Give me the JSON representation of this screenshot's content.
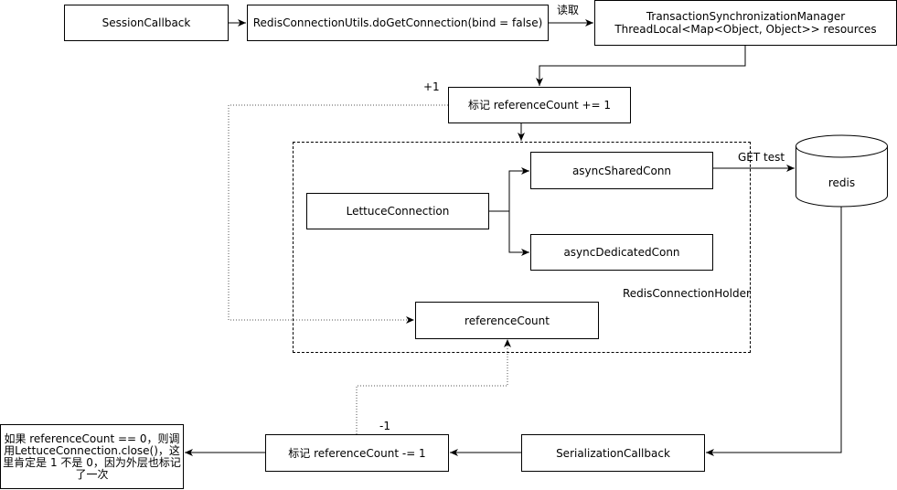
{
  "nodes": {
    "session_callback": "SessionCallback",
    "do_get_connection": "RedisConnectionUtils.doGetConnection(bind = false)",
    "tsm_line1": "TransactionSynchronizationManager",
    "tsm_line2": "ThreadLocal<Map<Object, Object>> resources",
    "mark_increment": "标记 referenceCount += 1",
    "lettuce_connection": "LettuceConnection",
    "async_shared_conn": "asyncSharedConn",
    "async_dedicated_conn": "asyncDedicatedConn",
    "reference_count": "referenceCount",
    "holder_label": "RedisConnectionHolder",
    "redis": "redis",
    "serialization_callback": "SerializationCallback",
    "mark_decrement": "标记 referenceCount -= 1",
    "close_note": "如果 referenceCount == 0，则调用LettuceConnection.close()，这里肯定是 1 不是 0，因为外层也标记了一次"
  },
  "edge_labels": {
    "read": "读取",
    "plus_one": "+1",
    "get_test": "GET test",
    "minus_one": "-1"
  }
}
